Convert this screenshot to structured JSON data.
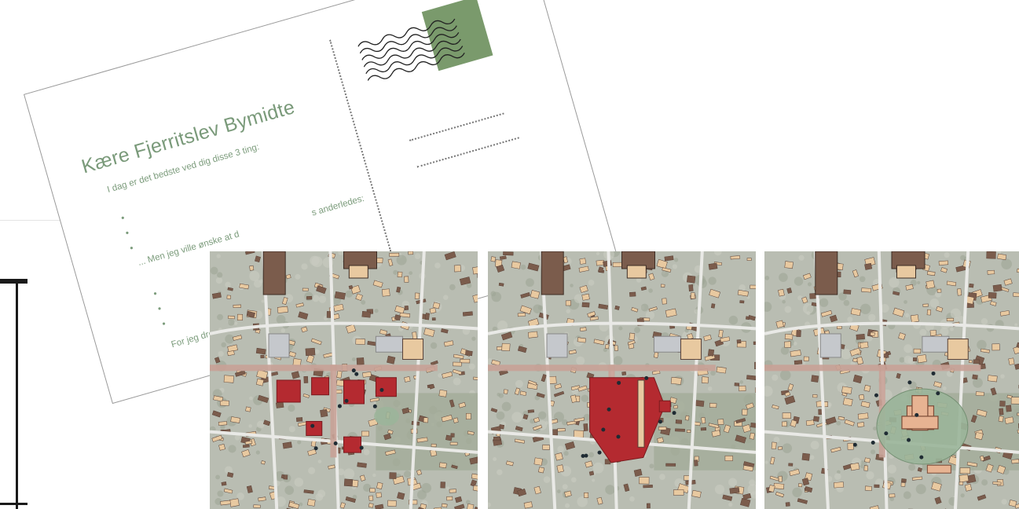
{
  "postcard": {
    "title": "Kære Fjerritslev Bymidte",
    "line1": "I dag er det bedste ved dig disse 3 ting:",
    "line2_start": "... Men jeg ville ønske at d",
    "line2_end": "s anderledes:",
    "line3": "For jeg drømmer o",
    "bullet": "•"
  },
  "maps": [
    {
      "name": "map-scenario-1",
      "accent": "#b42a30"
    },
    {
      "name": "map-scenario-2",
      "accent": "#b42a30"
    },
    {
      "name": "map-scenario-3",
      "accent": "#7fa07a"
    }
  ],
  "colors": {
    "green_text": "#7c9c7c",
    "stamp": "#7a9a6c",
    "building_brown": "#7b5c4c",
    "building_tan": "#e8c9a0",
    "street_pink": "#c8a196",
    "square_red": "#b42a30",
    "square_green": "#9bb59a"
  }
}
